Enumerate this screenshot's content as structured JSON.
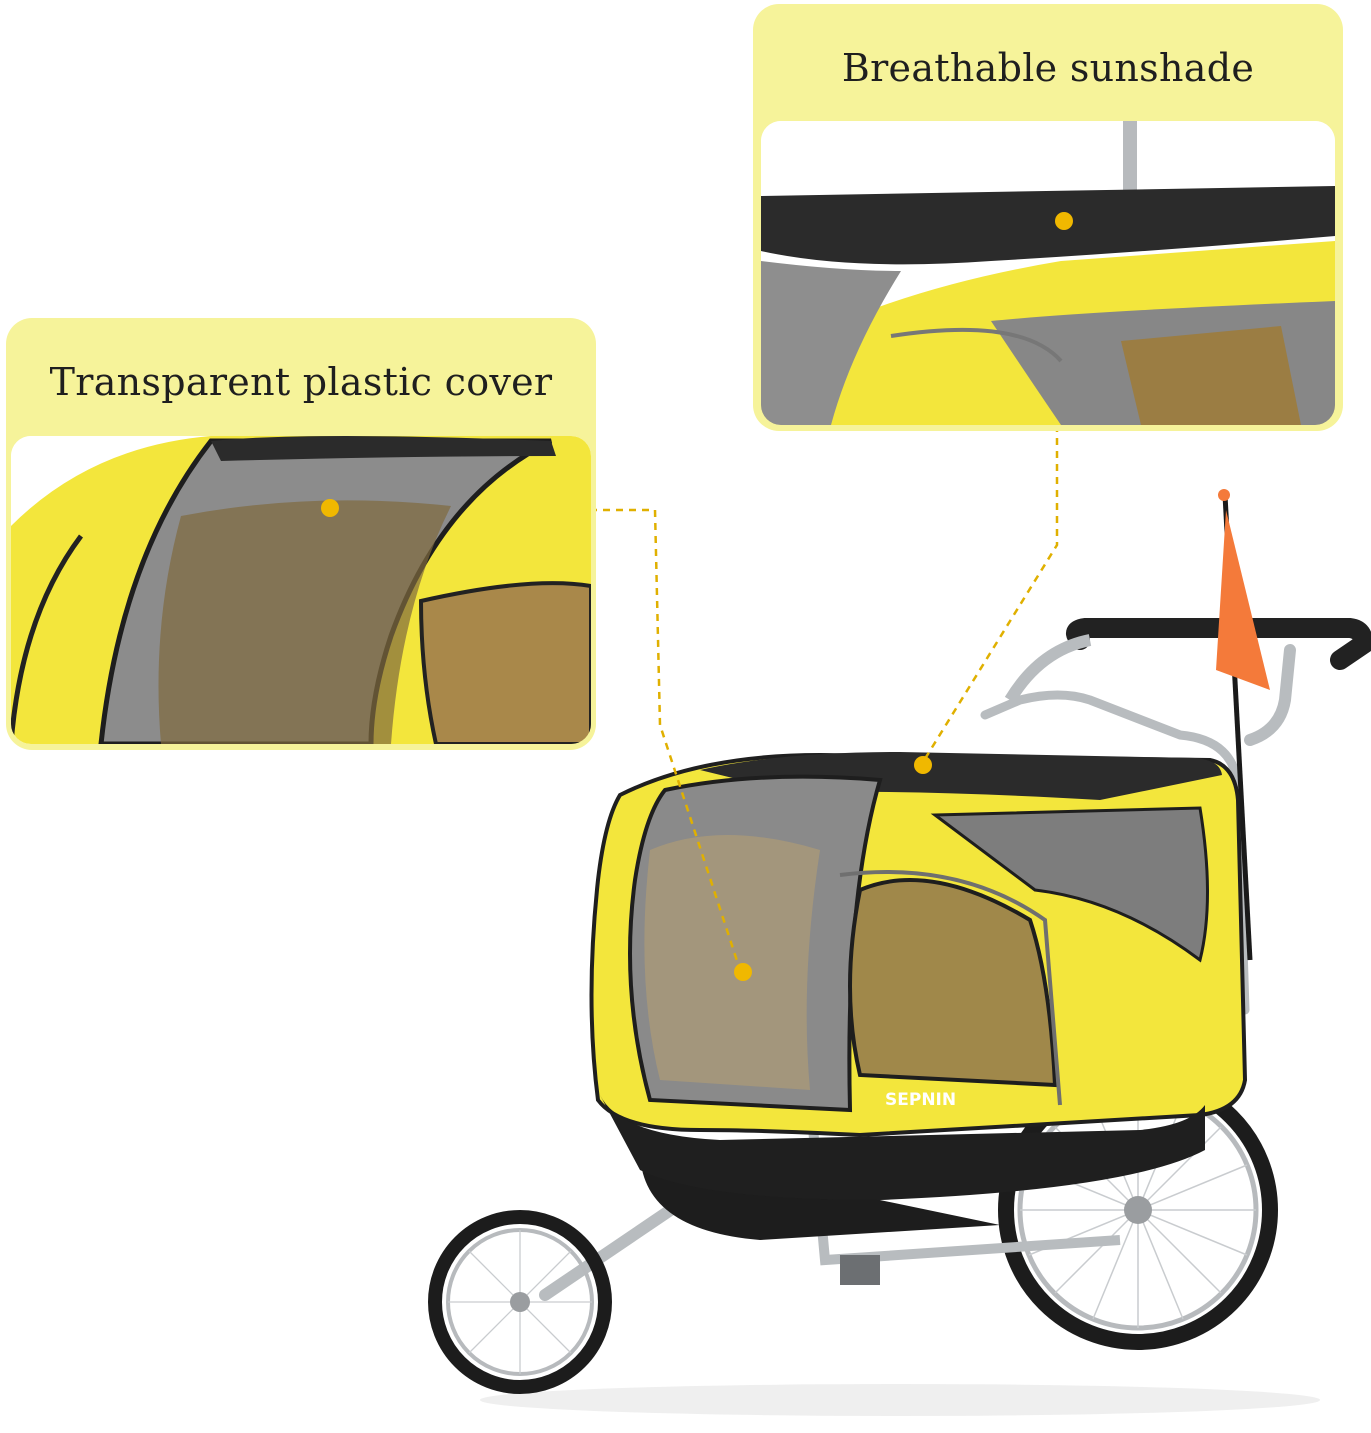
{
  "callouts": {
    "sunshade": {
      "title": "Breathable sunshade"
    },
    "cover": {
      "title": "Transparent plastic cover"
    }
  },
  "product": {
    "brand_label": "SEPNIN"
  },
  "colors": {
    "callout_background": "#f6f39a",
    "trailer_yellow": "#f3e63c",
    "canopy_black": "#2b2b2b",
    "pointer_dot": "#f0b800",
    "safety_flag": "#f47a3a",
    "frame_silver": "#c4c7ca"
  },
  "icons": [
    "pointer-dot-icon",
    "safety-flag-icon"
  ]
}
